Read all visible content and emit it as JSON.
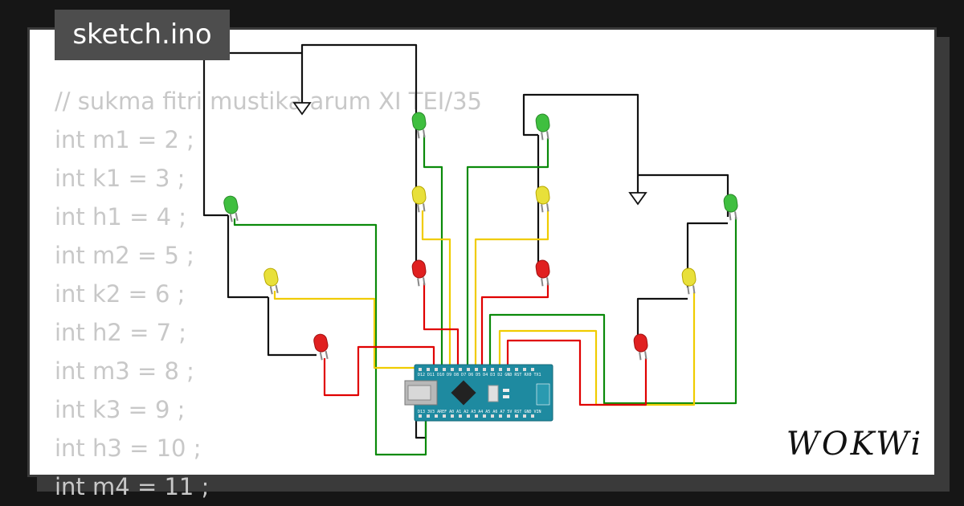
{
  "tab": {
    "filename": "sketch.ino"
  },
  "code": {
    "lines": [
      "// sukma fitri mustika arum XI  TEI/35",
      "int m1 = 2 ;",
      "int k1 = 3 ;",
      "int h1 = 4 ;",
      "int m2 = 5 ;",
      "int k2 = 6 ;",
      "int h2 = 7 ;",
      "int m3 = 8 ;",
      "int k3 = 9 ;",
      "int h3 = 10 ;",
      "int m4 = 11 ;"
    ]
  },
  "board": {
    "top_pins": "D12 D11 D10 D9 D8 D7 D6 D5 D4 D3 D2 GND RST RX0 TX1",
    "bottom_pins": "D13 3V3 AREF A0 A1 A2 A3 A4 A5 A6 A7 5V RST GND VIN"
  },
  "brand": {
    "logo": "WOKWi"
  },
  "colors": {
    "led_green": "#3fbf3f",
    "led_yellow": "#e8e03a",
    "led_red": "#e02020",
    "wire_green": "#0a8a0a",
    "wire_yellow": "#f0cc00",
    "wire_red": "#e00000",
    "board": "#1e8aa0"
  }
}
